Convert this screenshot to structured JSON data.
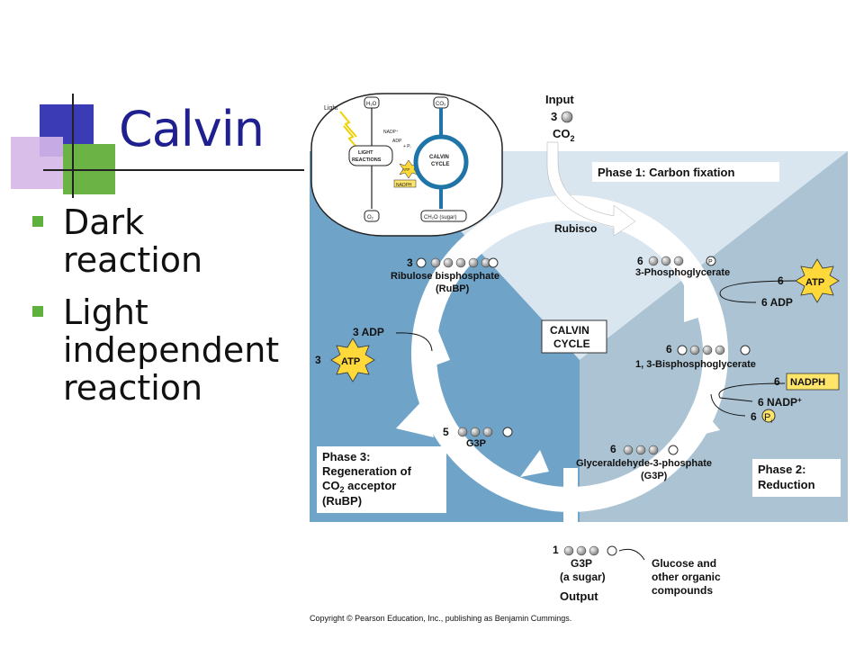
{
  "slide": {
    "title": "Calvin",
    "bullets": [
      "Dark reaction",
      "Light independent reaction"
    ],
    "colors": {
      "title": "#1f1f8f",
      "bullet": "#5fb13e",
      "deco_purple": "#3b3bb5",
      "deco_green": "#6ab344",
      "deco_pink": "#d6b7e8"
    }
  },
  "diagram": {
    "inset": {
      "light": "Light",
      "h2o": "H₂O",
      "co2": "CO₂",
      "nadp": "NADP⁺",
      "adp": "ADP",
      "pi": "+ Pᵢ",
      "light_reactions": [
        "LIGHT",
        "REACTIONS"
      ],
      "atp": "ATP",
      "nadph": "NADPH",
      "calvin_cycle": [
        "CALVIN",
        "CYCLE"
      ],
      "o2": "O₂",
      "sugar": "CH₂O (sugar)"
    },
    "input": {
      "label": "Input",
      "count": "3",
      "molecule": "CO",
      "subscript": "2"
    },
    "phase1": "Phase 1: Carbon fixation",
    "phase2": [
      "Phase 2:",
      "Reduction"
    ],
    "phase3": [
      "Phase 3:",
      "Regeneration of",
      "CO",
      "2",
      " acceptor",
      "(RuBP)"
    ],
    "center": [
      "CALVIN",
      "CYCLE"
    ],
    "rubisco": "Rubisco",
    "pgA": {
      "count": "6",
      "name": "3-Phosphoglycerate"
    },
    "atp_in": {
      "count": "6",
      "label": "ATP",
      "adp": "6 ADP"
    },
    "bpg": {
      "count": "6",
      "name": "1, 3-Bisphosphoglycerate"
    },
    "nadph_in": {
      "count": "6",
      "label": "NADPH",
      "nadp": "6 NADP",
      "nadp_sup": "+",
      "pi_count": "6",
      "pi": "P",
      "pi_sub": "i"
    },
    "g3p6": {
      "count": "6",
      "name": [
        "Glyceraldehyde-3-phosphate",
        "(G3P)"
      ]
    },
    "g3p5": {
      "count": "5",
      "name": "G3P"
    },
    "rubp": {
      "count": "3",
      "name": [
        "Ribulose bisphosphate",
        "(RuBP)"
      ]
    },
    "atp_regen": {
      "count": "3",
      "label": "ATP",
      "adp": "3 ADP"
    },
    "output": {
      "count": "1",
      "name": [
        "G3P",
        "(a sugar)"
      ],
      "label": "Output",
      "product": [
        "Glucose and",
        "other organic",
        "compounds"
      ]
    },
    "p": "P",
    "copyright": "Copyright © Pearson Education, Inc., publishing as Benjamin Cummings.",
    "colors": {
      "phase1_bg": "#d9e6ef",
      "phase2_bg": "#abc3d3",
      "phase3_bg": "#6fa3c8",
      "atp": "#ffd83a",
      "nadph": "#ffe66a",
      "arrow": "#ffffff"
    }
  }
}
